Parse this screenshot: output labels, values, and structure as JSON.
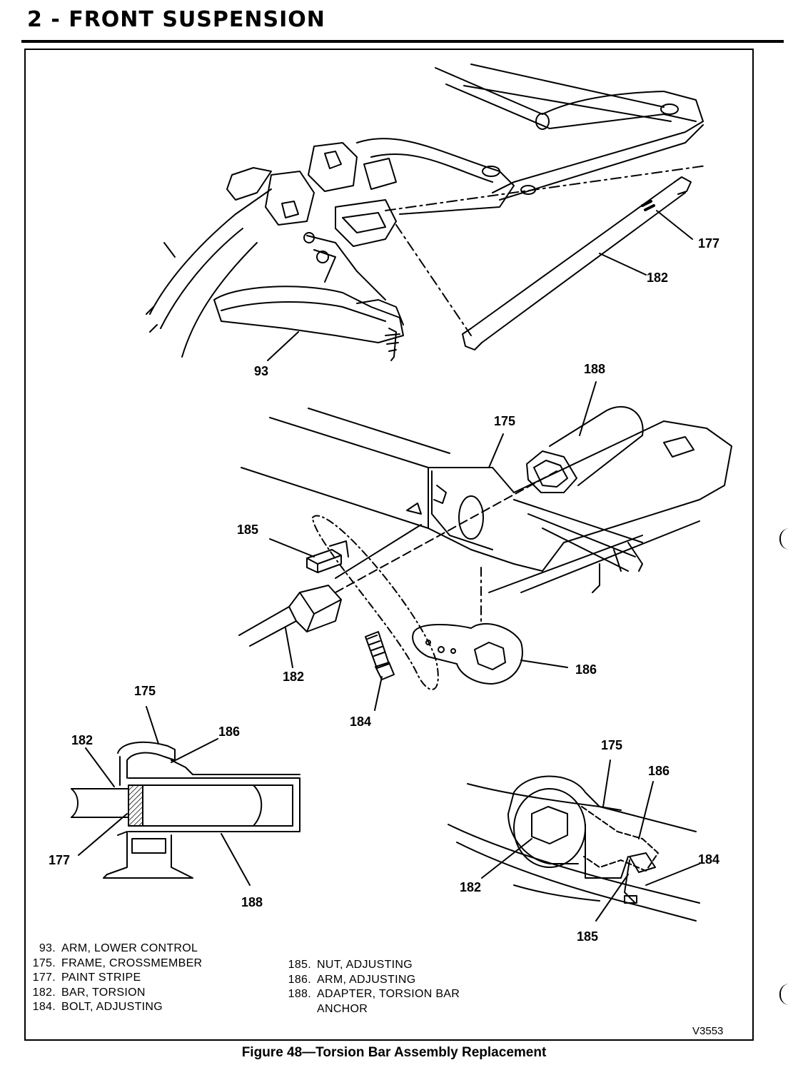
{
  "header": {
    "title": "2 - FRONT SUSPENSION"
  },
  "callouts": {
    "top_93": "93",
    "top_177": "177",
    "top_182": "182",
    "mid_188": "188",
    "mid_175": "175",
    "mid_185": "185",
    "mid_182": "182",
    "mid_184": "184",
    "mid_186": "186",
    "sec_175": "175",
    "sec_182": "182",
    "sec_186": "186",
    "sec_177": "177",
    "sec_188": "188",
    "det_175": "175",
    "det_186": "186",
    "det_184": "184",
    "det_182": "182",
    "det_185": "185"
  },
  "legend_left": [
    {
      "num": "93.",
      "text": "ARM, LOWER CONTROL"
    },
    {
      "num": "175.",
      "text": "FRAME, CROSSMEMBER"
    },
    {
      "num": "177.",
      "text": "PAINT STRIPE"
    },
    {
      "num": "182.",
      "text": "BAR, TORSION"
    },
    {
      "num": "184.",
      "text": "BOLT, ADJUSTING"
    }
  ],
  "legend_right": [
    {
      "num": "185.",
      "text": "NUT, ADJUSTING"
    },
    {
      "num": "186.",
      "text": "ARM, ADJUSTING"
    },
    {
      "num": "188.",
      "text": "ADAPTER, TORSION BAR"
    },
    {
      "num": "",
      "text": "ANCHOR"
    }
  ],
  "figure_code": "V3553",
  "caption": "Figure 48—Torsion Bar Assembly Replacement"
}
